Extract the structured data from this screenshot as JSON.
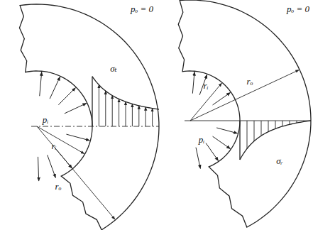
{
  "diagram": {
    "labels": [
      "pₒ = 0",
      "σₜ",
      "pᵢ",
      "rᵢ",
      "rₒ",
      "pₒ = 0",
      "rᵢ",
      "rₒ",
      "pᵢ",
      "σᵣ"
    ]
  }
}
